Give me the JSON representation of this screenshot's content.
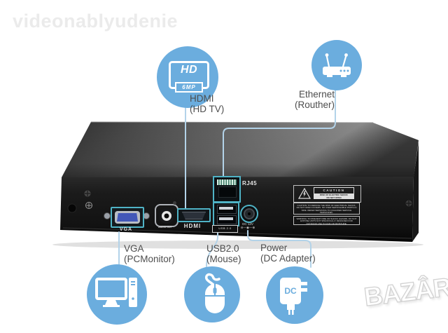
{
  "watermarks": {
    "top_left": "videonablyudenie",
    "bottom_right": "BAZÂR"
  },
  "colors": {
    "callout_circle_blue": "#6badde",
    "callout_line_blue": "#b3d3e9",
    "port_highlight_teal": "#4fb3c6",
    "label_text_gray": "#4d4d4d"
  },
  "callouts": {
    "hdmi": {
      "label_line1": "HDMI",
      "label_line2": "(HD TV)",
      "badge_line1": "HD",
      "badge_line2": "6MP"
    },
    "ethernet": {
      "label_line1": "Ethernet",
      "label_line2": "(Routher)"
    },
    "vga": {
      "label_line1": "VGA",
      "label_line2": "(PCMonitor)"
    },
    "usb": {
      "label_line1": "USB2.0",
      "label_line2": "(Mouse)"
    },
    "power": {
      "label_line1": "Power",
      "label_line2": "(DC Adapter)",
      "adapter_text": "DC"
    }
  },
  "device": {
    "ports": {
      "vga_label": "VGA",
      "audio_label": "AUDIO OUT",
      "hdmi_label": "HDMI",
      "rj45_label": "RJ45",
      "usb_label": "USB 2.0",
      "dc_label": "DC 12V",
      "dc_polarity": "⊖—◉—⊕"
    },
    "caution_label": {
      "title": "CAUTION",
      "subtitle_line1": "RISK OF ELECTRIC SHOCK",
      "subtitle_line2": "DO NOT OPEN",
      "warning1": "CAUTION: TO REDUCE THE RISK OF ELECTRICAL SHOCK, DO NOT OPEN COVERS. NO USER SERVICEABLE PARTS IN SIDE. REFER SERVICING TO QUALIFIED SERVICE PERSONNEL.",
      "warning2": "WARNING: TO PREVENT FIRE OR SHOCK HAZARD, DO NOT EXPOSE UNITS NOT SPECIFICALLY DESIGNED FOR OUTDOOR USE TO RAIN OR MOISTURE."
    }
  }
}
